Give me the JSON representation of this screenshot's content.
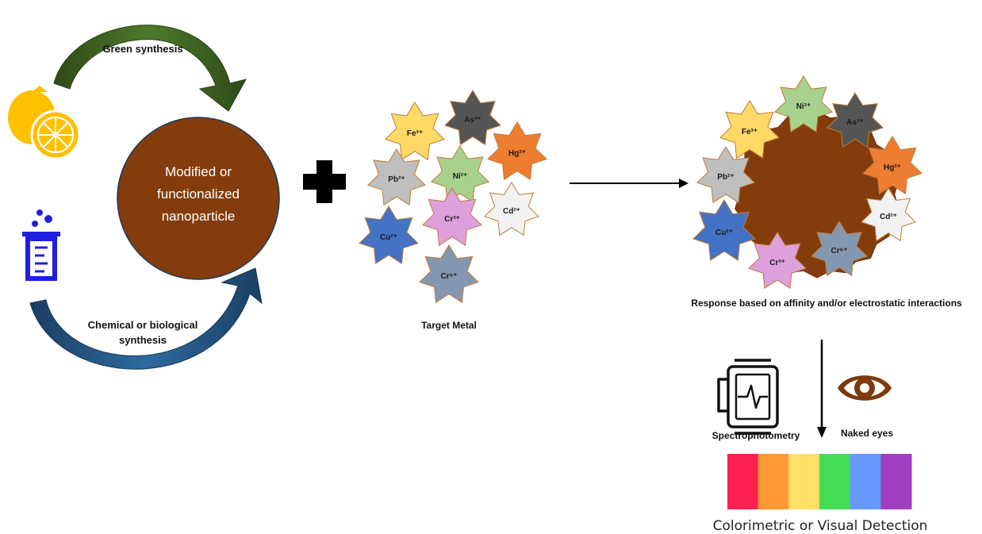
{
  "synthesis": {
    "green_label": "Green synthesis",
    "chemical_label_line1": "Chemical or biological",
    "chemical_label_line2": "synthesis"
  },
  "nanoparticle": {
    "line1": "Modified or",
    "line2": "functionalized",
    "line3": "nanoparticle"
  },
  "target_metal_label": "Target Metal",
  "response_label": "Response based on affinity and/or electrostatic interactions",
  "detection": {
    "spectro_label": "Spectrophotometry",
    "naked_eyes_label": "Naked eyes",
    "footer_label": "Colorimetric or Visual Detection"
  },
  "ions": {
    "fe": "Fe³⁺",
    "as": "As³⁺",
    "hg": "Hg²⁺",
    "pb": "Pb²⁺",
    "ni": "Ni²⁺",
    "cd": "Cd²⁺",
    "cu": "Cu²⁺",
    "cr3": "Cr³⁺",
    "cr6": "Cr⁶⁺"
  },
  "colors": {
    "nanoparticle": "#843c0c",
    "green_arrow": "#3b5a1f",
    "blue_arrow": "#1f4e79",
    "fe": "#ffd966",
    "as": "#555555",
    "hg": "#ed7d31",
    "pb": "#bfbfbf",
    "ni": "#a9d18e",
    "cd": "#f2f2f2",
    "cu": "#4472c4",
    "cr3": "#dda0dd",
    "cr6": "#8497b0",
    "spectrum": [
      "#ff2052",
      "#ff9933",
      "#ffe066",
      "#44dd55",
      "#6699ff",
      "#a040c0"
    ]
  },
  "icons": {
    "lemon": "lemon-icon",
    "beaker": "beaker-icon",
    "plus": "plus-icon",
    "spectrophotometer": "spectrophotometer-icon",
    "eye": "eye-icon"
  }
}
